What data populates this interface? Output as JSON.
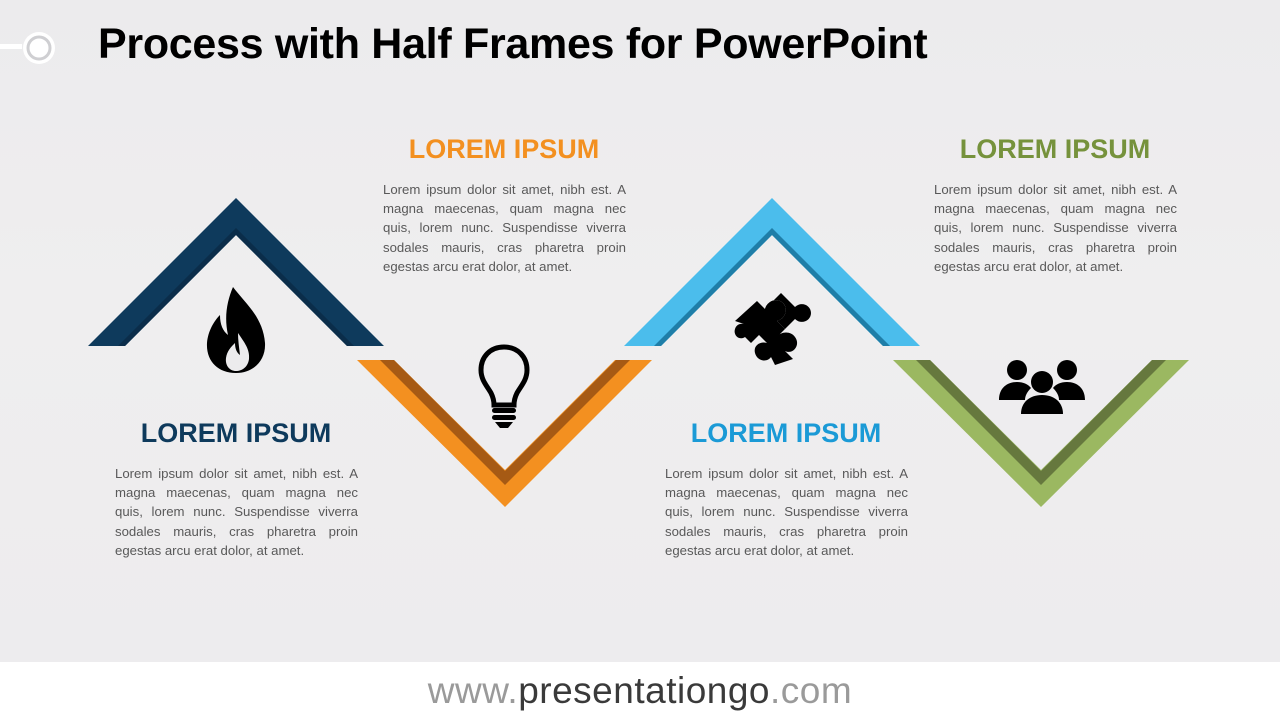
{
  "title": "Process with Half Frames for PowerPoint",
  "steps": [
    {
      "heading": "LOREM IPSUM",
      "body": "Lorem ipsum dolor sit amet, nibh est. A magna maecenas, quam magna nec quis, lorem nunc. Suspendisse viverra sodales mauris, cras pharetra proin egestas arcu erat dolor, at amet.",
      "color": "#0e3a5c",
      "icon": "fire-icon"
    },
    {
      "heading": "LOREM IPSUM",
      "body": "Lorem ipsum dolor sit amet, nibh est. A magna maecenas, quam magna nec quis, lorem nunc. Suspendisse viverra sodales mauris, cras pharetra proin egestas arcu erat dolor, at amet.",
      "color": "#f39020",
      "icon": "lightbulb-icon"
    },
    {
      "heading": "LOREM IPSUM",
      "body": "Lorem ipsum dolor sit amet, nibh est. A magna maecenas, quam magna nec quis, lorem nunc. Suspendisse viverra sodales mauris, cras pharetra proin egestas arcu erat dolor, at amet.",
      "color": "#1b9ad6",
      "icon": "puzzle-icon"
    },
    {
      "heading": "LOREM IPSUM",
      "body": "Lorem ipsum dolor sit amet, nibh est. A magna maecenas, quam magna nec quis, lorem nunc. Suspendisse viverra sodales mauris, cras pharetra proin egestas arcu erat dolor, at amet.",
      "color": "#76923c",
      "icon": "people-icon"
    }
  ],
  "footer": {
    "prefix": "www.",
    "domain": "presentationgo",
    "suffix": ".com"
  }
}
